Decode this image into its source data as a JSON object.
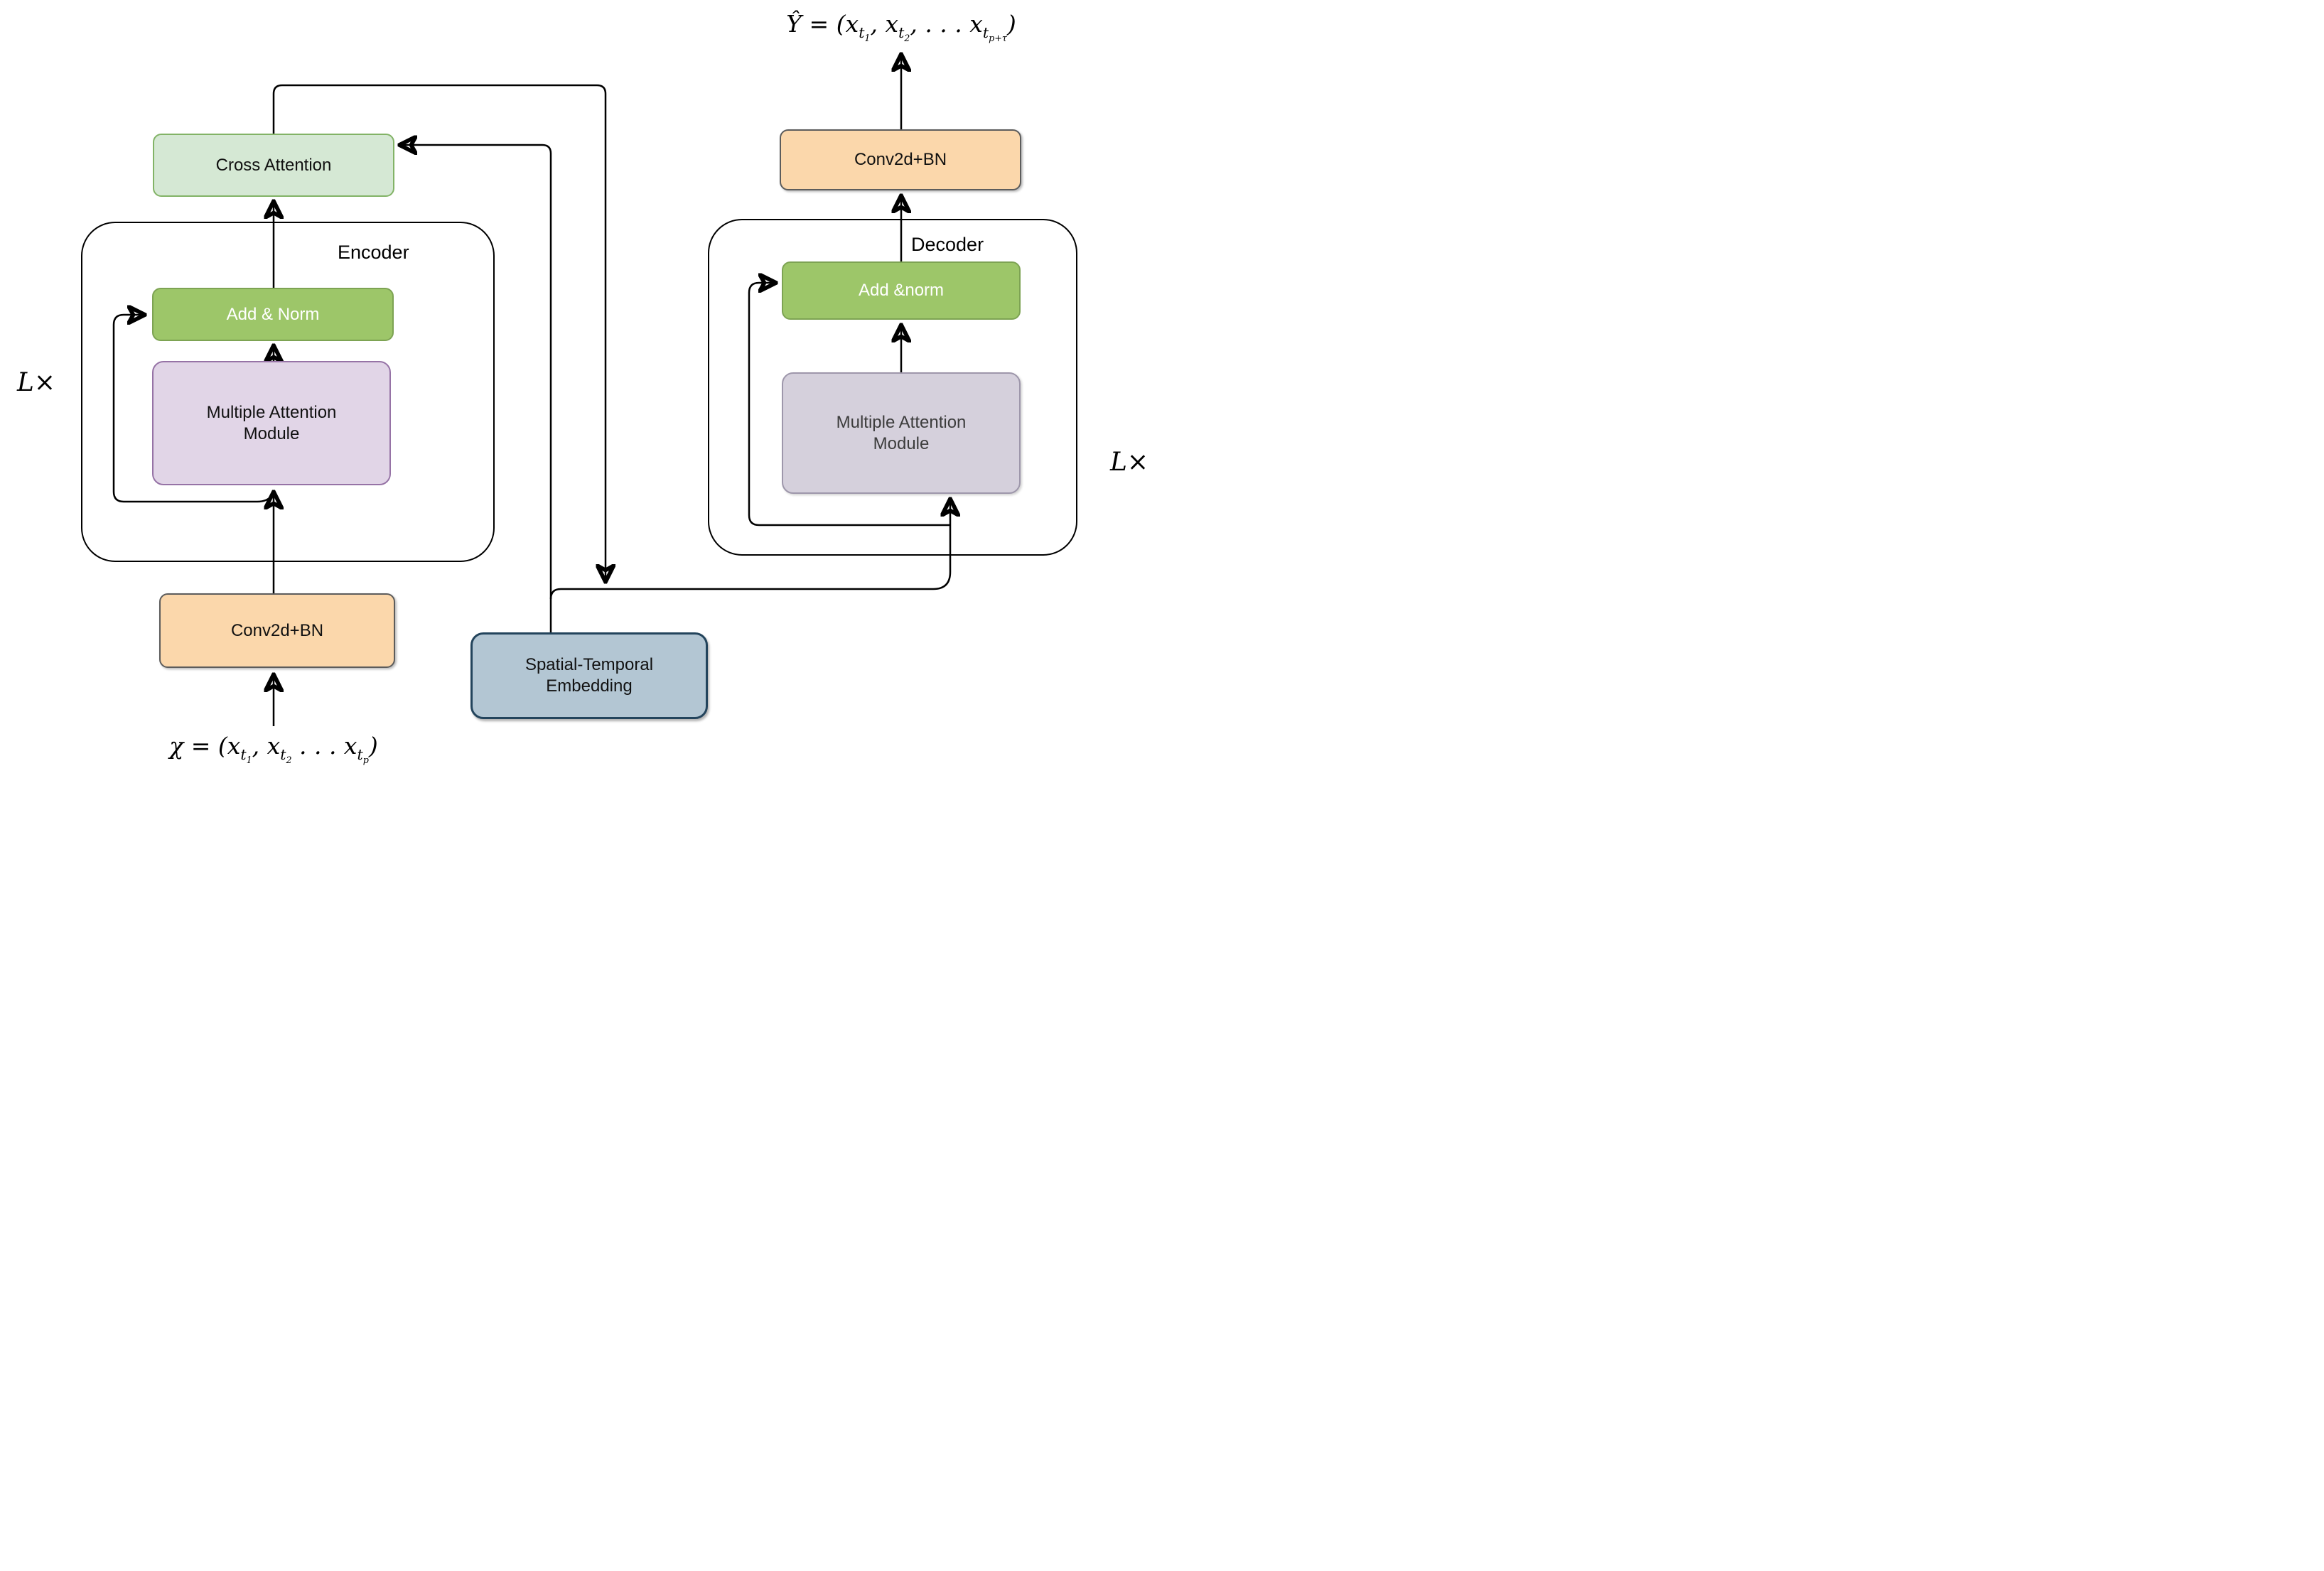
{
  "encoder": {
    "container_label": "Encoder",
    "repeat_label": "L×",
    "boxes": {
      "cross_attention": "Cross Attention",
      "add_norm": "Add & Norm",
      "mam_line1": "Multiple Attention",
      "mam_line2": "Module",
      "conv": "Conv2d+BN"
    }
  },
  "decoder": {
    "container_label": "Decoder",
    "repeat_label": "L×",
    "boxes": {
      "conv": "Conv2d+BN",
      "add_norm": "Add &norm",
      "mam_line1": "Multiple Attention",
      "mam_line2": "Module"
    }
  },
  "embedding": {
    "line1": "Spatial-Temporal",
    "line2": "Embedding"
  },
  "formulas": {
    "output": [
      "Ŷ = (x",
      [
        "t",
        "1"
      ],
      ", x",
      [
        "t",
        "2"
      ],
      ", . . . x",
      [
        "t",
        "p+τ"
      ],
      ")"
    ],
    "input": [
      "χ = (x",
      [
        "t",
        "1"
      ],
      ", x",
      [
        "t",
        "2"
      ],
      " . . . x",
      [
        "t",
        "p"
      ],
      ")"
    ]
  },
  "colors": {
    "line": "#000000",
    "cross_attention_fill": "#d5e8d4",
    "cross_attention_border": "#82b366",
    "add_norm_fill": "#9dc669",
    "add_norm_border": "#7da353",
    "mam_encoder_fill": "#e1d5e7",
    "mam_encoder_border": "#9673a6",
    "mam_decoder_fill": "#d5d0dc",
    "mam_decoder_border": "#9e97ab",
    "conv_fill": "#fbd7ab",
    "conv_border": "#5c5c5c",
    "embed_fill": "#b3c6d3",
    "embed_border": "#23445c",
    "text_light": "#ffffff"
  }
}
